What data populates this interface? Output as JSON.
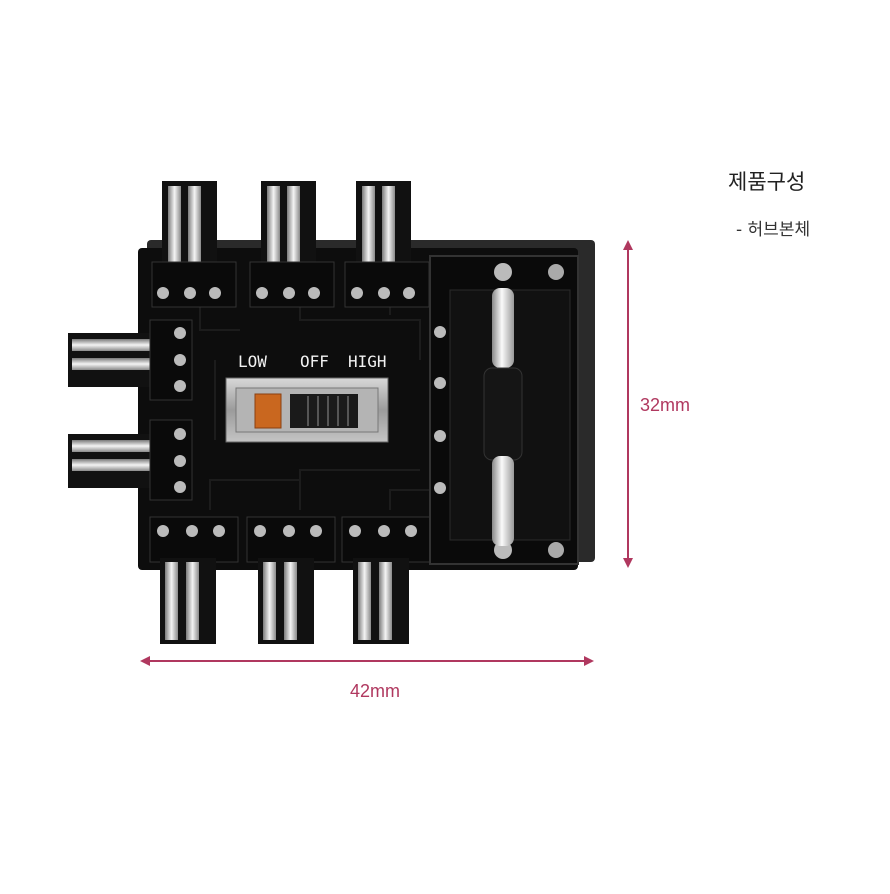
{
  "info": {
    "title": "제품구성",
    "component": "- 허브본체"
  },
  "dimensions": {
    "width": "42mm",
    "height": "32mm"
  },
  "switch": {
    "low": "LOW",
    "off": "OFF",
    "high": "HIGH"
  },
  "colors": {
    "dimension_accent": "#b0385f",
    "pcb": "#0d0d0d",
    "slider_knob": "#c9671f"
  }
}
